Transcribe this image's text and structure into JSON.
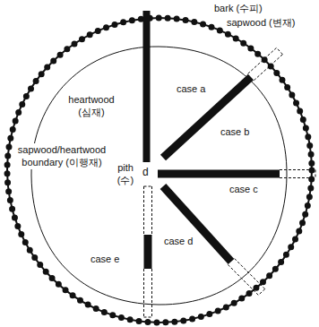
{
  "diagram": {
    "labels": [
      "bark (수피)",
      "sapwood (변재)",
      "case a",
      "heartwood (심재)",
      "case b",
      "sapwood/heartwood boundary (이행재)",
      "pith (수)",
      "d",
      "case c",
      "case e",
      "case d"
    ]
  }
}
